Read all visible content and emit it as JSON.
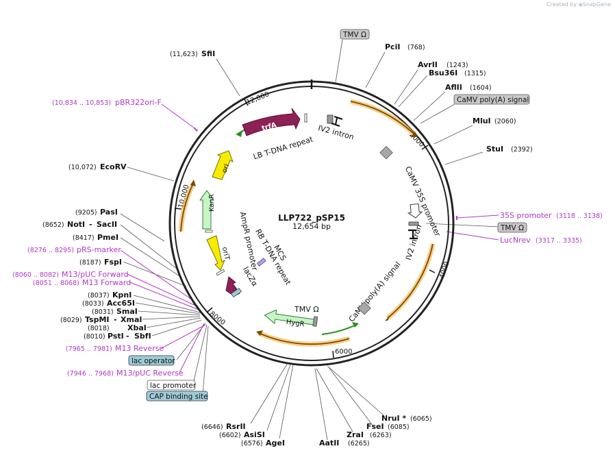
{
  "credit": {
    "prefix": "Created by",
    "brand": "SnapGene"
  },
  "plasmid": {
    "name": "LLP722_pSP15",
    "length_label": "12,654 bp"
  },
  "ticks": [
    "2000",
    "4000",
    "6000",
    "8000",
    "10,000",
    "12,000"
  ],
  "sites": [
    {
      "name": "PciI",
      "pos": "(768)"
    },
    {
      "name": "AvrII",
      "pos": "(1243)"
    },
    {
      "name": "Bsu36I",
      "pos": "(1315)"
    },
    {
      "name": "AflII",
      "pos": "(1604)"
    },
    {
      "name": "MluI",
      "pos": "(2060)"
    },
    {
      "name": "StuI",
      "pos": "(2392)"
    },
    {
      "name": "NruI *",
      "pos": "(6065)"
    },
    {
      "name": "FseI",
      "pos": "(6085)"
    },
    {
      "name": "ZraI",
      "pos": "(6263)"
    },
    {
      "name": "AatII",
      "pos": "(6265)"
    },
    {
      "name": "AgeI",
      "pos": "(6576)"
    },
    {
      "name": "AsiSI",
      "pos": "(6602)"
    },
    {
      "name": "RsrII",
      "pos": "(6646)"
    },
    {
      "name": "PstI",
      "name2": "SbfI",
      "pos": "(8010)"
    },
    {
      "name": "XbaI",
      "pos": "(8018)"
    },
    {
      "name": "TspMI",
      "name2": "XmaI",
      "pos": "(8029)"
    },
    {
      "name": "SmaI",
      "pos": "(8031)"
    },
    {
      "name": "Acc65I",
      "pos": "(8033)"
    },
    {
      "name": "KpnI",
      "pos": "(8037)"
    },
    {
      "name": "FspI",
      "pos": "(8187)"
    },
    {
      "name": "PmeI",
      "pos": "(8417)"
    },
    {
      "name": "NotI",
      "name2": "SacII",
      "pos": "(8652)"
    },
    {
      "name": "PasI",
      "pos": "(9205)"
    },
    {
      "name": "EcoRV",
      "pos": "(10,072)"
    },
    {
      "name": "SfiI",
      "pos": "(11,623)"
    }
  ],
  "primers": [
    {
      "name": "pBR322ori-F",
      "pos": "(10,834 .. 10,853)"
    },
    {
      "name": "35S promoter",
      "pos": "(3118 .. 3138)"
    },
    {
      "name": "LucNrev",
      "pos": "(3317 .. 3335)"
    },
    {
      "name": "pRS-marker",
      "pos": "(8276 .. 8295)"
    },
    {
      "name": "M13/pUC Forward",
      "pos": "(8060 .. 8082)"
    },
    {
      "name": "M13 Forward",
      "pos": "(8051 .. 8068)"
    },
    {
      "name": "M13 Reverse",
      "pos": "(7965 .. 7981)"
    },
    {
      "name": "M13/pUC Reverse",
      "pos": "(7946 .. 7968)"
    }
  ],
  "boxed_features": [
    {
      "name": "TMV Ω",
      "color": "#c8c8c8"
    },
    {
      "name": "CaMV poly(A) signal",
      "color": "#c8c8c8"
    },
    {
      "name": "TMV Ω",
      "color": "#c8c8c8"
    },
    {
      "name": "lac operator",
      "color": "#9ecbd6"
    },
    {
      "name": "lac promoter",
      "color": "#ffffff"
    },
    {
      "name": "CAP binding site",
      "color": "#9ecbd6"
    }
  ],
  "features": {
    "trfA": "trfA",
    "lb_repeat": "LB T-DNA repeat",
    "iv2_top": "IV2 intron",
    "ori": "ori",
    "kanr": "KanR",
    "ampr_promoter": "AmpR promoter",
    "orit": "oriT",
    "rb_repeat": "RB T-DNA repeat",
    "mcs": "MCS",
    "lacz": "lacZα",
    "camv35s": "CaMV 35S promoter",
    "iv2_right": "IV2 intron",
    "camv_polya": "CaMV poly(A) signal",
    "tmv_bottom": "TMV Ω",
    "hygr": "HygR"
  },
  "colors": {
    "backbone": "#222222",
    "orange_feature": "#f5a623",
    "green_arrow": "#2c8c1e",
    "trfA": "#8c2155",
    "ori": "#f6ec00",
    "kanr": "#c6f5c6",
    "lacz": "#8c2155",
    "primer": "#b235c9"
  }
}
